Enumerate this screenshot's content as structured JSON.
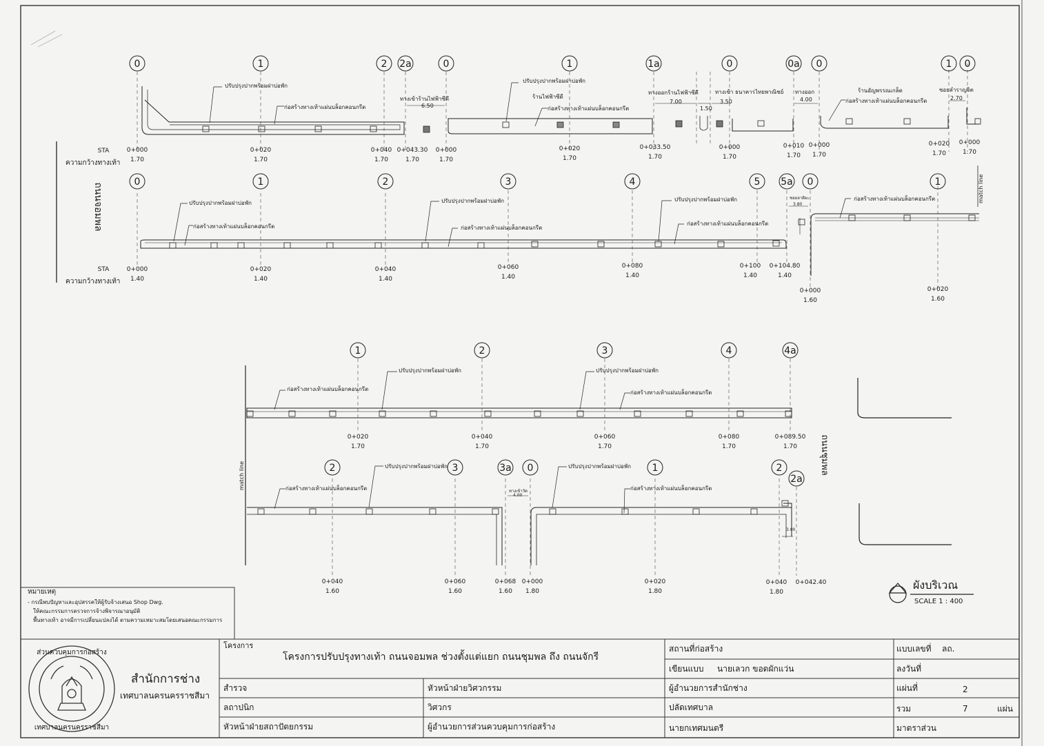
{
  "strips": {
    "s1": {
      "sta_label": "STA",
      "width_label": "ความกว้างทางเท้า",
      "markers": [
        "0",
        "1",
        "2",
        "2a",
        "0",
        "1",
        "1a",
        "0",
        "0a",
        "0",
        "1",
        "0"
      ],
      "notes": [
        "ปรับปรุงปากพร้อมฝาบ่อพัก",
        "ก่อสร้างทางเท้าแผ่นบล็อกคอนกรีต",
        "ทางเข้าร้านไฟฟ้าซีดี",
        "6.50",
        "ปรับปรุงปากพร้อมฝาบ่อพัก",
        "ร้านไฟฟ้าซีดี",
        "ก่อสร้างทางเท้าแผ่นบล็อกคอนกรีต",
        "ทางออกร้านไฟฟ้าซีดี",
        "7.00",
        "1.50",
        "ทางเข้า",
        "3.50",
        "ธนาคารไทยพาณิชย์",
        "ทางออก",
        "4.00",
        "ร้านอัญพรรณเกล็ด",
        "ก่อสร้างทางเท้าแผ่นบล็อกคอนกรีต",
        "ซอยลำราญจิต",
        "2.70"
      ],
      "stations": [
        [
          "0+000",
          "1.70"
        ],
        [
          "0+020",
          "1.70"
        ],
        [
          "0+040",
          "1.70"
        ],
        [
          "0+043.30",
          "1.70"
        ],
        [
          "0+000",
          "1.70"
        ],
        [
          "0+020",
          "1.70"
        ],
        [
          "0+033.50",
          "1.70"
        ],
        [
          "0+000",
          "1.70"
        ],
        [
          "0+010",
          "1.70"
        ],
        [
          "0+000",
          "1.70"
        ],
        [
          "0+020",
          "1.70"
        ],
        [
          "0+000",
          "1.70"
        ]
      ]
    },
    "s2": {
      "road_name": "ถนนจอมพล",
      "sta_label": "STA",
      "width_label": "ความกว้างทางเท้า",
      "markers": [
        "0",
        "1",
        "2",
        "3",
        "4",
        "5",
        "5a",
        "0",
        "1"
      ],
      "notes": [
        "ปรับปรุงปากพร้อมฝาบ่อพัก",
        "ก่อสร้างทางเท้าแผ่นบล็อกคอนกรีต",
        "ปรับปรุงปากพร้อมฝาบ่อพัก",
        "ก่อสร้างทางเท้าแผ่นบล็อกคอนกรีต",
        "ปรับปรุงปากพร้อมฝาบ่อพัก",
        "ก่อสร้างทางเท้าแผ่นบล็อกคอนกรีต",
        "ซอยลาดิยะ",
        "3.80",
        "ก่อสร้างทางเท้าแผ่นบล็อกคอนกรีต",
        "match line"
      ],
      "stations": [
        [
          "0+000",
          "1.40"
        ],
        [
          "0+020",
          "1.40"
        ],
        [
          "0+040",
          "1.40"
        ],
        [
          "0+060",
          "1.40"
        ],
        [
          "0+080",
          "1.40"
        ],
        [
          "0+100",
          "1.40"
        ],
        [
          "0+104.80",
          "1.40"
        ],
        [
          "0+000",
          "1.60"
        ],
        [
          "0+020",
          "1.60"
        ]
      ]
    },
    "s3": {
      "markers": [
        "1",
        "2",
        "3",
        "4",
        "4a"
      ],
      "notes": [
        "ก่อสร้างทางเท้าแผ่นบล็อกคอนกรีต",
        "ปรับปรุงปากพร้อมฝาบ่อพัก",
        "ปรับปรุงปากพร้อมฝาบ่อพัก",
        "ก่อสร้างทางเท้าแผ่นบล็อกคอนกรีต"
      ],
      "stations": [
        [
          "0+020",
          "1.70"
        ],
        [
          "0+040",
          "1.70"
        ],
        [
          "0+060",
          "1.70"
        ],
        [
          "0+080",
          "1.70"
        ],
        [
          "0+089.50",
          "1.70"
        ]
      ],
      "side_label": "ถนนชุมพล"
    },
    "s4": {
      "match_line": "match line",
      "markers": [
        "2",
        "3",
        "3a",
        "0",
        "1",
        "2",
        "2a"
      ],
      "notes": [
        "ปรับปรุงปากพร้อมฝาบ่อพัก",
        "ก่อสร้างทางเท้าแผ่นบล็อกคอนกรีต",
        "ทางเข้าวัด",
        "4.00",
        "ปรับปรุงปากพร้อมฝาบ่อพัก",
        "ก่อสร้างทางเท้าแผ่นบล็อกคอนกรีต",
        "3.00"
      ],
      "stations": [
        [
          "0+040",
          "1.60"
        ],
        [
          "0+060",
          "1.60"
        ],
        [
          "0+068",
          "1.60"
        ],
        [
          "0+000",
          "1.80"
        ],
        [
          "0+020",
          "1.80"
        ],
        [
          "0+040",
          "1.80"
        ],
        [
          "0+042.40",
          ""
        ]
      ]
    }
  },
  "site_plan": {
    "title": "ผังบริเวณ",
    "scale": "SCALE   1 : 400"
  },
  "remarks": {
    "heading": "หมายเหตุ",
    "lines": [
      "- กรณีพบปัญหาและอุปสรรคให้ผู้รับจ้างเสนอ Shop Dwg.",
      "ให้คณะกรรมการตรวจการจ้างพิจารณาอนุมัติ",
      "พื้นทางเท้า อาจมีการเปลี่ยนแปลงได้ ตามความเหมาะสมโดยเสนอคณะกรรมการ"
    ]
  },
  "title_block": {
    "office": "สำนักการช่าง",
    "municipality": "เทศบาลนครนครราชสีมา",
    "seal_text_top": "ส่วนควบคุมการก่อสร้าง",
    "seal_text_bottom": "เทศบาลนครนครราชสีมา",
    "project_label": "โครงการ",
    "project_name": "โครงการปรับปรุงทางเท้า ถนนจอมพล ช่วงตั้งแต่แยก ถนนชุมพล ถึง ถนนจักรี",
    "location_label": "สถานที่ก่อสร้าง",
    "drawn_label": "เขียนแบบ",
    "drawn_name": "นายเลวก  ขอดผักแว่น",
    "director_label": "ผู้อำนวยการสำนักช่าง",
    "clerk_label": "ปลัดเทศบาล",
    "mayor_label": "นายกเทศมนตรี",
    "surveyor_label": "สำรวจ",
    "design_label": "ลถาปนิก",
    "arch_head_label": "หัวหน้าฝ่ายสถาปัตยกรรม",
    "eng_head_label": "หัวหน้าฝ่ายวิศวกรรม",
    "engineer_label": "วิศวกร",
    "control_dir_label": "ผู้อำนวยการส่วนควบคุมการก่อสร้าง",
    "drawing_no_label": "แบบเลขที่",
    "drawing_no": "ลถ.",
    "date_label": "ลงวันที่",
    "sheet_label": "แผ่นที่",
    "sheet_no": "2",
    "total_label": "รวม",
    "total_no": "7",
    "sheets_unit": "แผ่น",
    "scale_label": "มาตราส่วน"
  }
}
